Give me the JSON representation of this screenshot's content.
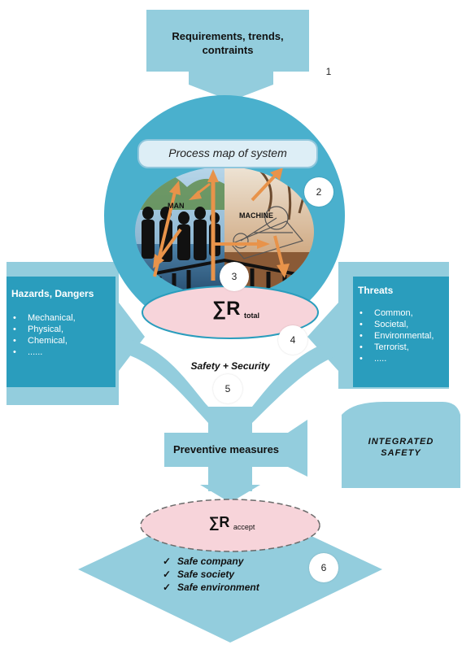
{
  "top_box": {
    "line1": "Requirements, trends,",
    "line2": "contraints"
  },
  "process_map": "Process map of system",
  "photo": {
    "man": "MAN",
    "machine": "MACHINE"
  },
  "risk_total": {
    "symbol": "∑R",
    "sub": "total"
  },
  "left_panel": {
    "title": "Hazards, Dangers",
    "items": [
      "Mechanical,",
      "Physical,",
      "Chemical,",
      "......"
    ]
  },
  "right_panel": {
    "title": "Threats",
    "items": [
      "Common,",
      "Societal,",
      "Environmental,",
      "Terrorist,",
      "....."
    ]
  },
  "safety_security": "Safety + Security",
  "preventive": "Preventive measures",
  "integrated": {
    "line1": "INTEGRATED",
    "line2": "SAFETY"
  },
  "risk_accept": {
    "symbol": "∑R",
    "sub": "accept"
  },
  "outcomes": [
    "Safe company",
    "Safe society",
    "Safe environment"
  ],
  "check_glyph": "✓",
  "bullet_glyph": "•",
  "numbers": [
    "1",
    "2",
    "3",
    "4",
    "5",
    "6"
  ],
  "colors": {
    "light": "#93cddd",
    "dark": "#2aa0c0",
    "circle": "#4ab0cd",
    "pink": "#f7d4da",
    "white": "#ffffff"
  }
}
